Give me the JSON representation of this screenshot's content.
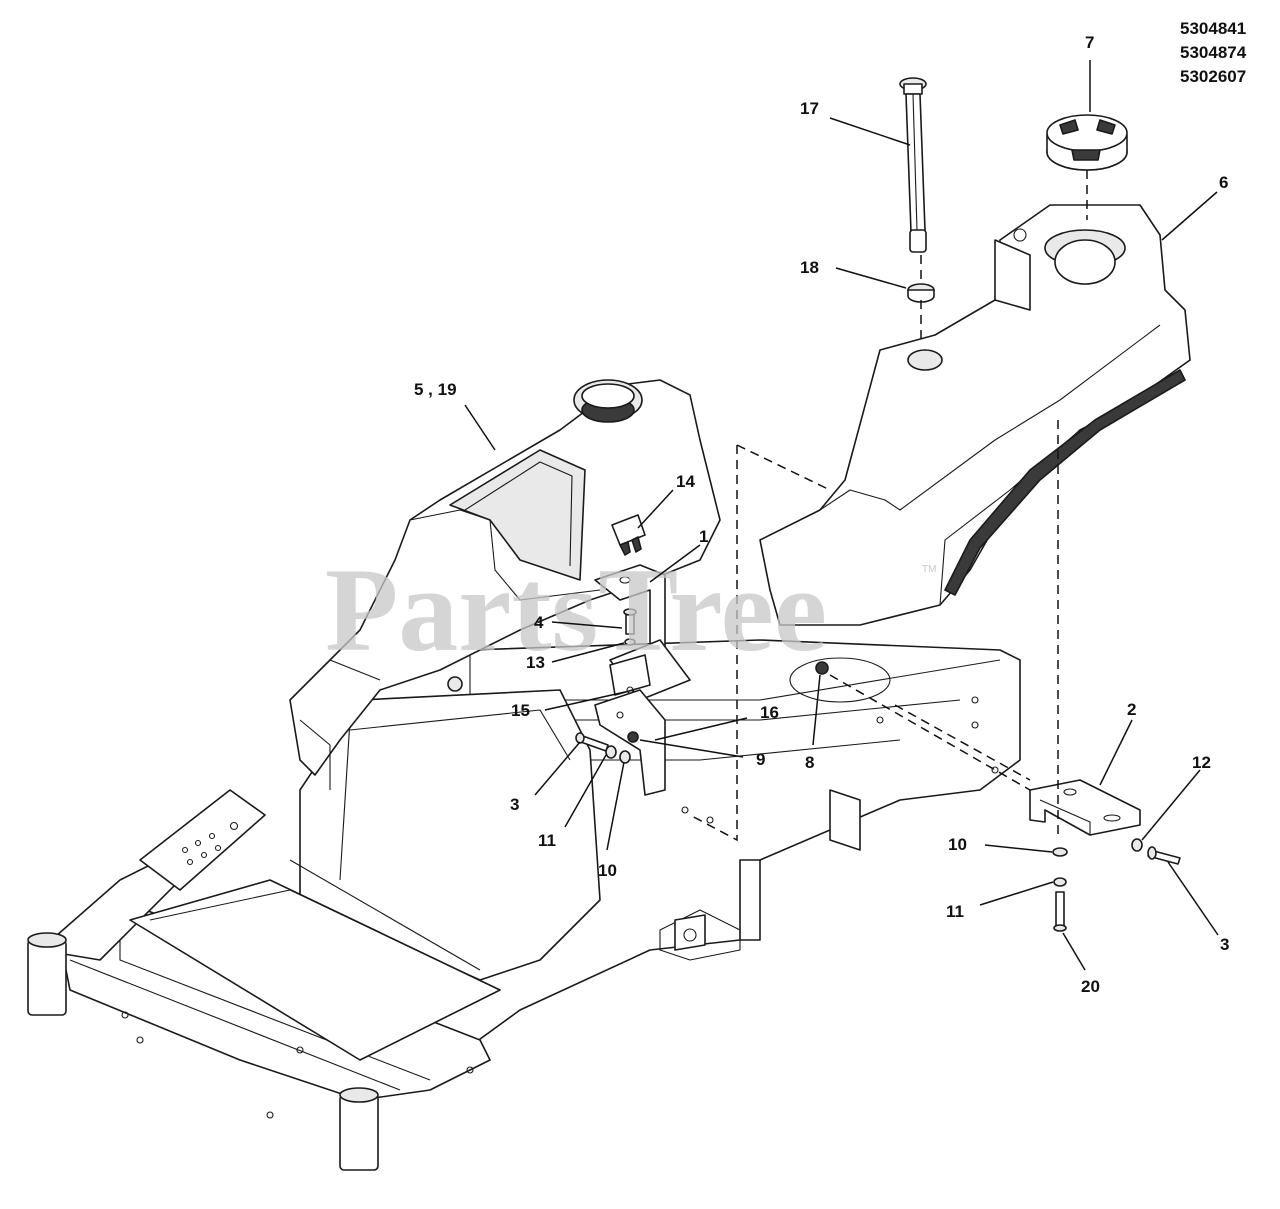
{
  "part_numbers": [
    "5304841",
    "5304874",
    "5302607"
  ],
  "watermark": {
    "text": "PartsTree",
    "trademark": "TM"
  },
  "callouts": [
    {
      "id": "c17",
      "label": "17"
    },
    {
      "id": "c7",
      "label": "7"
    },
    {
      "id": "c6",
      "label": "6"
    },
    {
      "id": "c18",
      "label": "18"
    },
    {
      "id": "c5-19",
      "label": "5 , 19"
    },
    {
      "id": "c14",
      "label": "14"
    },
    {
      "id": "c1",
      "label": "1"
    },
    {
      "id": "c4",
      "label": "4"
    },
    {
      "id": "c13",
      "label": "13"
    },
    {
      "id": "c15",
      "label": "15"
    },
    {
      "id": "c16",
      "label": "16"
    },
    {
      "id": "c9",
      "label": "9"
    },
    {
      "id": "c8",
      "label": "8"
    },
    {
      "id": "c3a",
      "label": "3"
    },
    {
      "id": "c11a",
      "label": "11"
    },
    {
      "id": "c10a",
      "label": "10"
    },
    {
      "id": "c2",
      "label": "2"
    },
    {
      "id": "c12",
      "label": "12"
    },
    {
      "id": "c10b",
      "label": "10"
    },
    {
      "id": "c11b",
      "label": "11"
    },
    {
      "id": "c3b",
      "label": "3"
    },
    {
      "id": "c20",
      "label": "20"
    }
  ]
}
